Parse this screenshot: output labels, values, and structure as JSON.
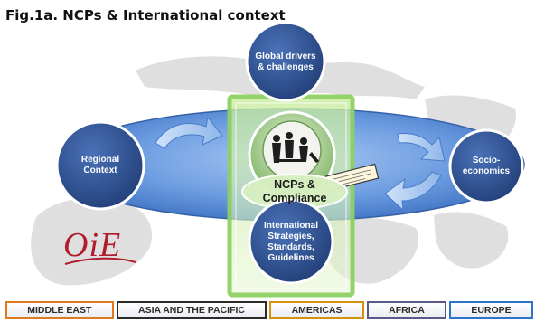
{
  "figure": {
    "title": "Fig.1a. NCPs & International context"
  },
  "nodes": {
    "global": "Global drivers\n& challenges",
    "regional": "Regional\nContext",
    "socio": "Socio-\neconomics",
    "international": "International\nStrategies,\nStandards,\nGuidelines",
    "center": "NCPs &\nCompliance"
  },
  "logo": {
    "text": "OiE"
  },
  "regions": [
    {
      "label": "MIDDLE EAST",
      "color": "#e07a20"
    },
    {
      "label": "ASIA AND THE PACIFIC",
      "color": "#2b2b2b"
    },
    {
      "label": "AMERICAS",
      "color": "#d4920f"
    },
    {
      "label": "AFRICA",
      "color": "#5a5a8a"
    },
    {
      "label": "EUROPE",
      "color": "#2e74c8"
    }
  ],
  "colors": {
    "node_fill": "#2f5597",
    "ellipse_fill": "#6a9be0",
    "highlight": "#7fd357"
  }
}
